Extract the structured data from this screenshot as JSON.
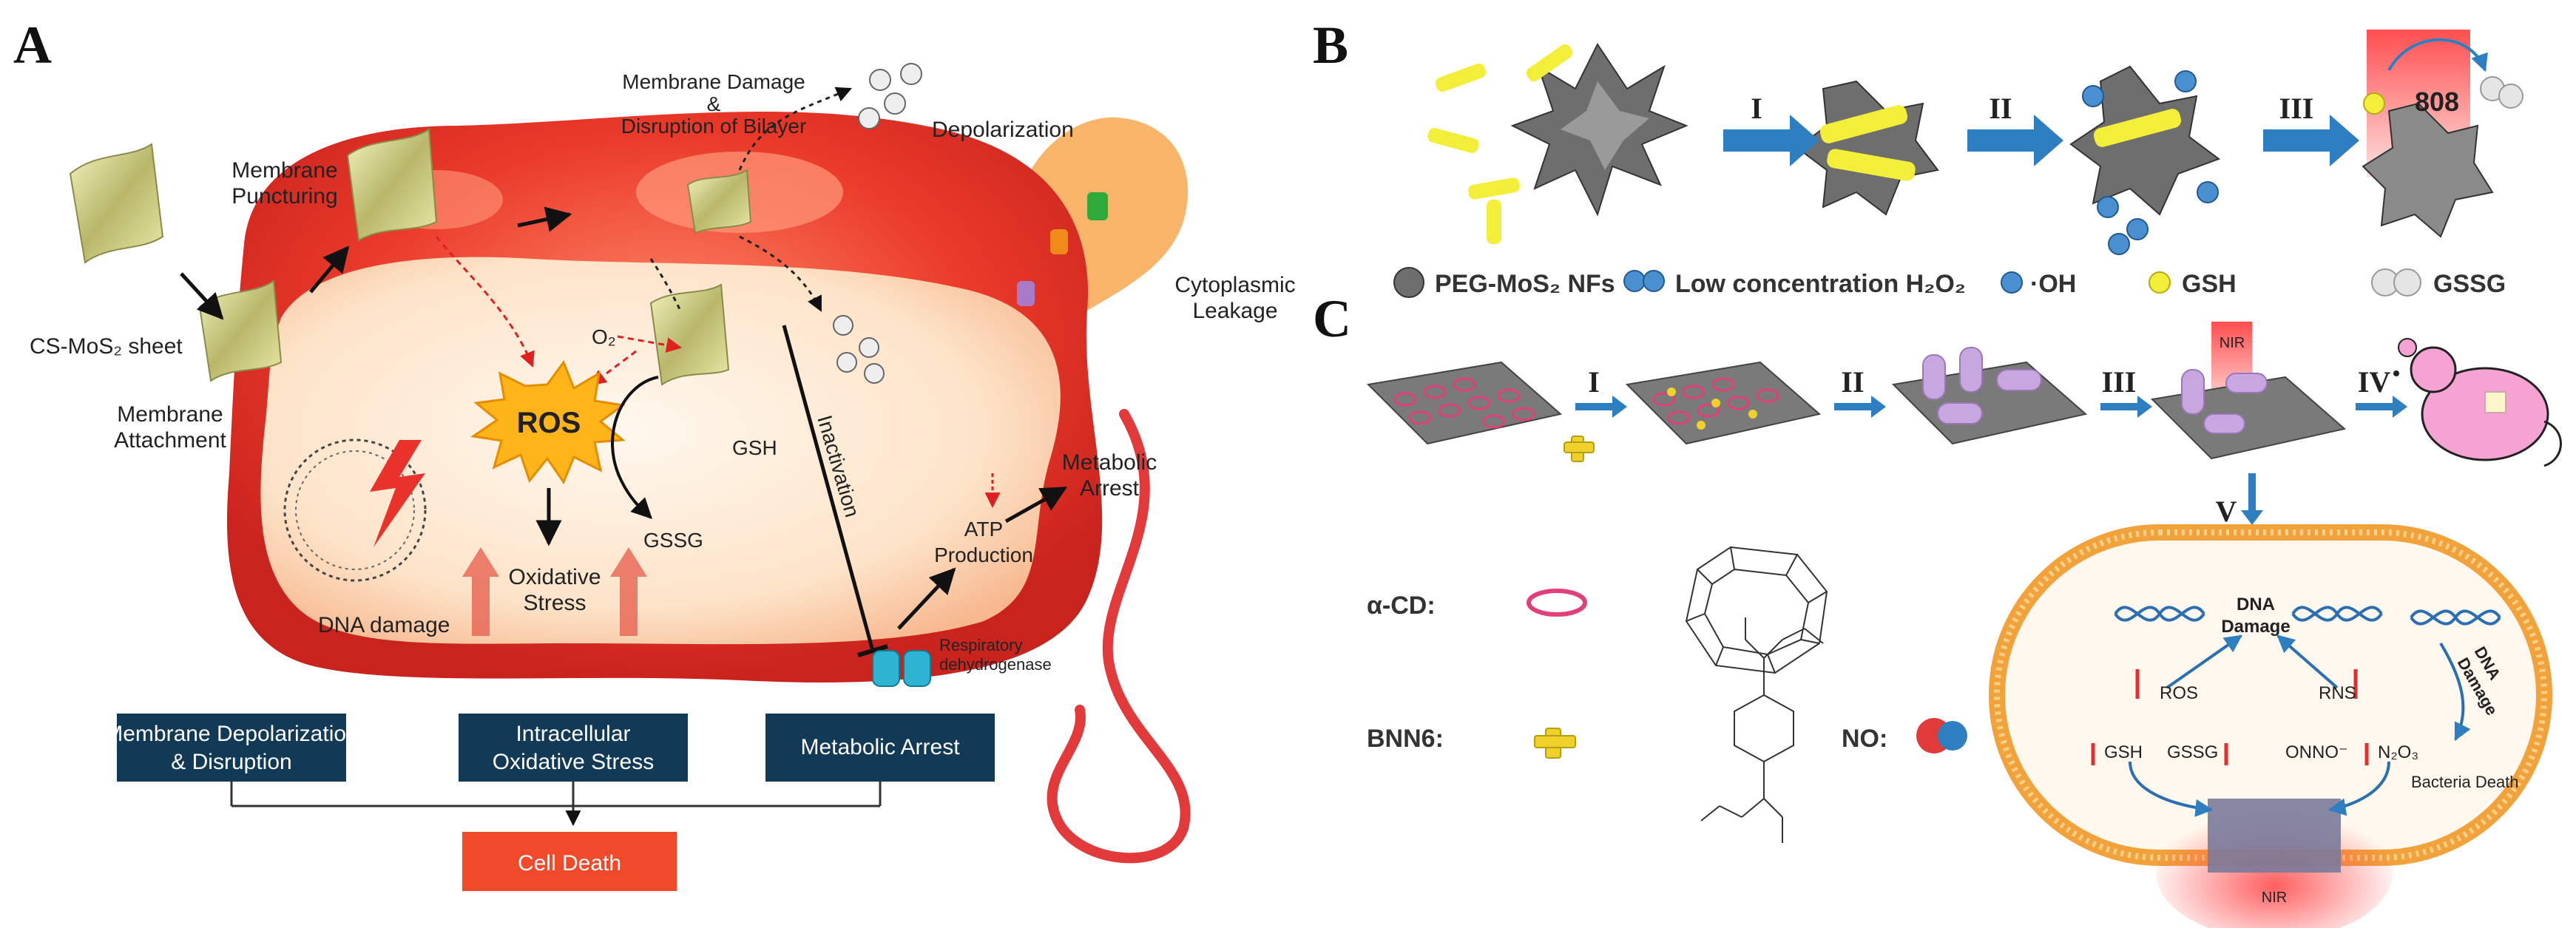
{
  "panels": {
    "a": {
      "letter": "A",
      "labels": {
        "membrane_damage_1": "Membrane Damage",
        "membrane_damage_2": "&",
        "membrane_damage_3": "Disruption of Bilayer",
        "depolarization": "Depolarization",
        "membrane_puncturing_1": "Membrane",
        "membrane_puncturing_2": "Puncturing",
        "cs_mos2_sheet": "CS-MoS₂ sheet",
        "membrane_attachment_1": "Membrane",
        "membrane_attachment_2": "Attachment",
        "cytoplasmic_leakage_1": "Cytoplasmic",
        "cytoplasmic_leakage_2": "Leakage",
        "o2": "O₂",
        "ros": "ROS",
        "gsh": "GSH",
        "gssg": "GSSG",
        "oxidative_stress_1": "Oxidative",
        "oxidative_stress_2": "Stress",
        "dna_damage": "DNA damage",
        "inactivation": "Inactivation",
        "atp_1": "ATP",
        "atp_2": "Production",
        "metabolic_arrest_1": "Metabolic",
        "metabolic_arrest_2": "Arrest",
        "respiratory_1": "Respiratory",
        "respiratory_2": "dehydrogenase"
      },
      "outcomes": {
        "box1_line1": "Membrane Depolarization",
        "box1_line2": "& Disruption",
        "box2_line1": "Intracellular",
        "box2_line2": "Oxidative Stress",
        "box3_line1": "Metabolic Arrest",
        "cell_death": "Cell Death"
      },
      "colors": {
        "cell_outer": "#e8322a",
        "cell_inner": "#fde6cc",
        "outcome_box": "#123a57",
        "death_box": "#f04a2a"
      }
    },
    "b": {
      "letter": "B",
      "steps": [
        "I",
        "II",
        "III"
      ],
      "laser": "808",
      "legend": {
        "peg_mos2": "PEG-MoS₂ NFs",
        "h2o2": "Low concentration H₂O₂",
        "oh": "·OH",
        "gsh": "GSH",
        "gssg": "GSSG"
      }
    },
    "c": {
      "letter": "C",
      "steps": [
        "I",
        "II",
        "III",
        "IV",
        "V"
      ],
      "nir": "NIR",
      "legend": {
        "alpha_cd": "α-CD:",
        "bnn6": "BNN6:",
        "no": "NO:"
      },
      "bacterium": {
        "dna_damage_left_1": "DNA",
        "dna_damage_left_2": "Damage",
        "dna_damage_right_1": "DNA",
        "dna_damage_right_2": "Damage",
        "ros": "ROS",
        "rns": "RNS",
        "gsh": "GSH",
        "gssg": "GSSG",
        "onoo": "ONNO⁻",
        "n2o3": "N₂O₃",
        "bacteria_death": "Bacteria Death",
        "nir": "NIR"
      }
    }
  }
}
